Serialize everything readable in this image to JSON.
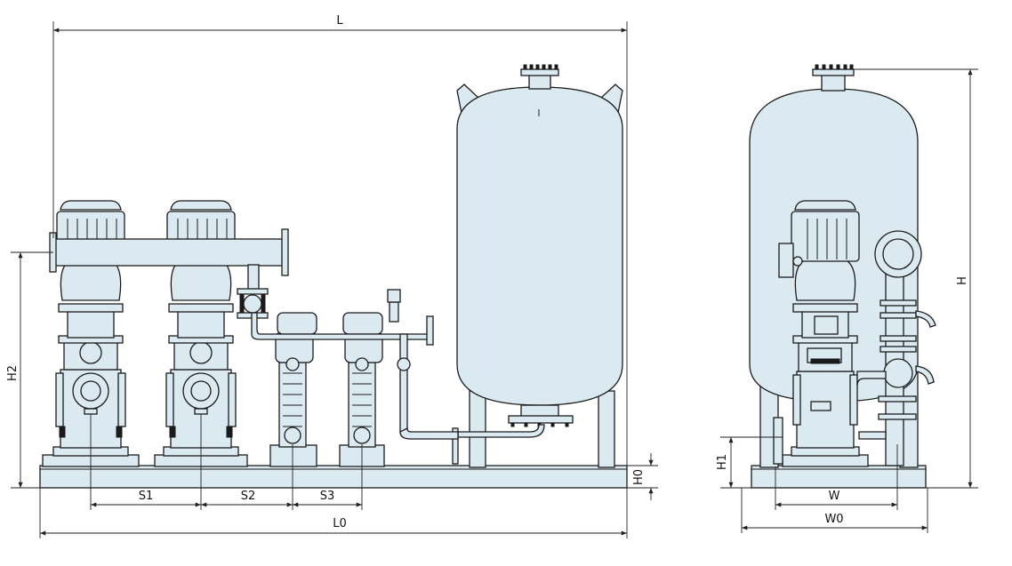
{
  "colors": {
    "fill": "#dbe9f1",
    "line": "#1c1c1c",
    "dim": "#222222",
    "background": "#ffffff"
  },
  "labels": {
    "L": "L",
    "L0": "L0",
    "S1": "S1",
    "S2": "S2",
    "S3": "S3",
    "H": "H",
    "H0": "H0",
    "H1": "H1",
    "H2": "H2",
    "W": "W",
    "W0": "W0"
  }
}
